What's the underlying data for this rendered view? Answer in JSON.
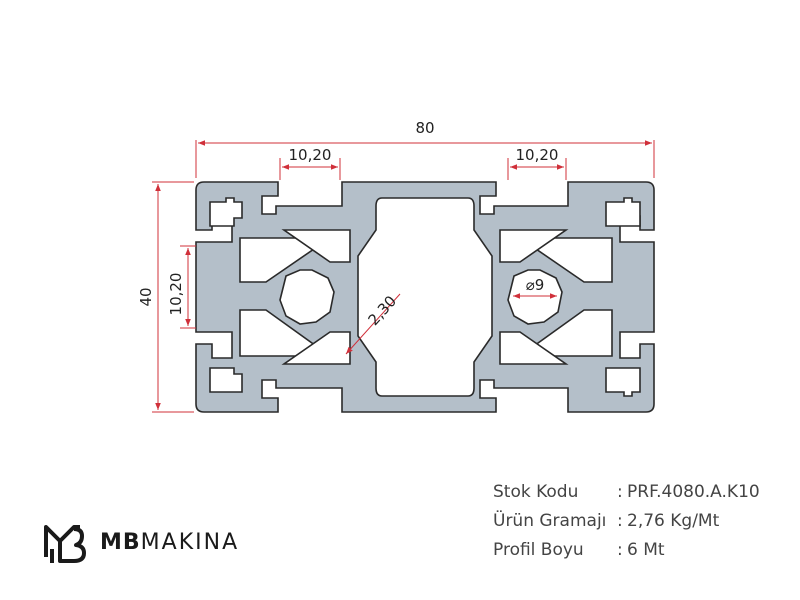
{
  "dimensions": {
    "overall_width": "80",
    "overall_height": "40",
    "slot_top_left": "10,20",
    "slot_top_right": "10,20",
    "slot_left": "10,20",
    "wall_thickness": "2,30",
    "hole_diameter": "⌀9"
  },
  "specs": [
    {
      "label": "Stok Kodu",
      "sep": ":",
      "value": "PRF.4080.A.K10"
    },
    {
      "label": "Ürün Gramajı",
      "sep": ":",
      "value": "2,76 Kg/Mt"
    },
    {
      "label": "Profil Boyu",
      "sep": ":",
      "value": "6 Mt"
    }
  ],
  "logo": {
    "brand_bold": "MB",
    "brand_light": "MAKINA",
    "icon": "mb-logo-icon"
  },
  "colors": {
    "profile_fill": "#b4bfc9",
    "profile_stroke": "#2a2a2a",
    "dimension": "#d0303a"
  }
}
